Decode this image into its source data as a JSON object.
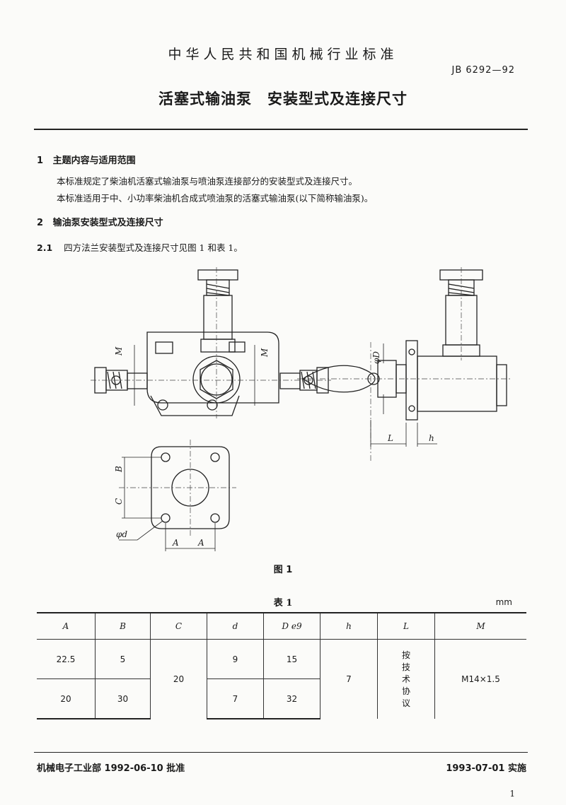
{
  "header": {
    "org": "中华人民共和国机械行业标准",
    "standard_no": "JB 6292—92",
    "title": "活塞式输油泵　安装型式及连接尺寸"
  },
  "sections": [
    {
      "num": "1",
      "heading": "主题内容与适用范围",
      "paras": [
        "本标准规定了柴油机活塞式输油泵与喷油泵连接部分的安装型式及连接尺寸。",
        "本标准适用于中、小功率柴油机合成式喷油泵的活塞式输油泵(以下简称输油泵)。"
      ]
    },
    {
      "num": "2",
      "heading": "输油泵安装型式及连接尺寸"
    },
    {
      "num": "2.1",
      "text": "四方法兰安装型式及连接尺寸见图 1 和表 1。"
    }
  ],
  "figure": {
    "caption": "图 1",
    "labels": {
      "M_left": "M",
      "M_right": "M",
      "phiD": "φD",
      "L": "L",
      "h": "h",
      "B": "B",
      "C": "C",
      "phid": "φd",
      "A1": "A",
      "A2": "A"
    }
  },
  "table": {
    "caption": "表 1",
    "unit": "mm",
    "headers": [
      "A",
      "B",
      "C",
      "d",
      "D e9",
      "h",
      "L",
      "M"
    ],
    "rows": [
      {
        "A": "22.5",
        "B": "5",
        "d": "9",
        "D": "15"
      },
      {
        "A": "20",
        "B": "30",
        "d": "7",
        "D": "32"
      }
    ],
    "C_merged": "20",
    "h_merged": "7",
    "L_merged": [
      "按",
      "技",
      "术",
      "协",
      "议"
    ],
    "M_merged": "M14×1.5"
  },
  "footer": {
    "approval": "机械电子工业部 1992-06-10 批准",
    "effective": "1993-07-01 实施",
    "page": "1"
  }
}
